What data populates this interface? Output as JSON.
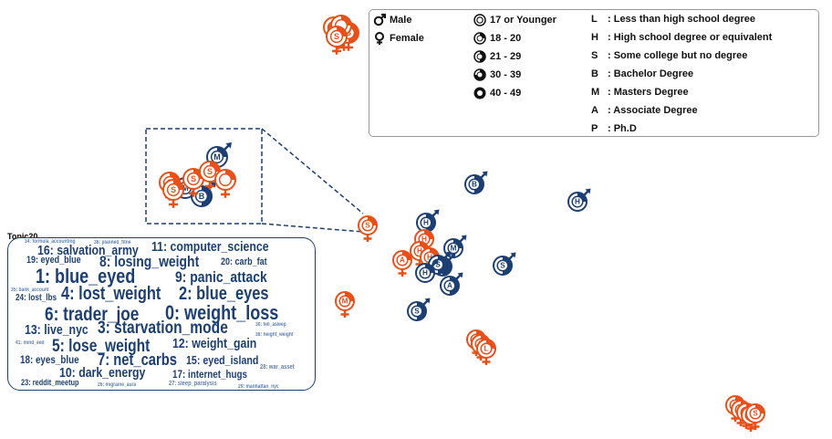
{
  "legend": {
    "gender": [
      {
        "symbol": "male-icon",
        "label": "Male"
      },
      {
        "symbol": "female-icon",
        "label": "Female"
      }
    ],
    "age": [
      {
        "symbol": "age-ring-1-icon",
        "label": "17 or Younger"
      },
      {
        "symbol": "age-ring-2-icon",
        "label": "18 - 20"
      },
      {
        "symbol": "age-ring-3-icon",
        "label": "21 - 29"
      },
      {
        "symbol": "age-ring-4-icon",
        "label": "30 - 39"
      },
      {
        "symbol": "age-ring-5-icon",
        "label": "40 - 49"
      }
    ],
    "education": [
      {
        "code": "L",
        "label": ": Less than high school degree"
      },
      {
        "code": "H",
        "label": ": High school degree or equivalent"
      },
      {
        "code": "S",
        "label": ": Some college but no degree"
      },
      {
        "code": "B",
        "label": ": Bachelor Degree"
      },
      {
        "code": "M",
        "label": ": Masters Degree"
      },
      {
        "code": "A",
        "label": ": Associate Degree"
      },
      {
        "code": "P",
        "label": ": Ph.D"
      }
    ]
  },
  "colors": {
    "male": "#1c3f73",
    "female": "#e8501a",
    "topic_dark": "#1c3f73",
    "topic_light": "#5f7fae"
  },
  "topic_panel": {
    "title": "Topic20",
    "words": [
      {
        "text": "34: formula_accounting",
        "tone": "light"
      },
      {
        "text": "36: planned_fitne",
        "tone": "light"
      },
      {
        "text": "16: salvation_army",
        "tone": "dark"
      },
      {
        "text": "11: computer_science",
        "tone": "dark"
      },
      {
        "text": "19: eyed_blue",
        "tone": "dark"
      },
      {
        "text": "8: losing_weight",
        "tone": "dark"
      },
      {
        "text": "20: carb_fat",
        "tone": "dark"
      },
      {
        "text": "1: blue_eyed",
        "tone": "dark"
      },
      {
        "text": "9: panic_attack",
        "tone": "dark"
      },
      {
        "text": "35: bank_account",
        "tone": "light"
      },
      {
        "text": "24: lost_lbs",
        "tone": "dark"
      },
      {
        "text": "4: lost_weight",
        "tone": "dark"
      },
      {
        "text": "2: blue_eyes",
        "tone": "dark"
      },
      {
        "text": "6: trader_joe",
        "tone": "dark"
      },
      {
        "text": "0: weight_loss",
        "tone": "dark"
      },
      {
        "text": "13: live_nyc",
        "tone": "dark"
      },
      {
        "text": "3: starvation_mode",
        "tone": "dark"
      },
      {
        "text": "30: fell_asleep",
        "tone": "light"
      },
      {
        "text": "38: height_weight",
        "tone": "light"
      },
      {
        "text": "41: mind_eed",
        "tone": "light"
      },
      {
        "text": "5: lose_weight",
        "tone": "dark"
      },
      {
        "text": "12: weight_gain",
        "tone": "dark"
      },
      {
        "text": "18: eyes_blue",
        "tone": "dark"
      },
      {
        "text": "7: net_carbs",
        "tone": "dark"
      },
      {
        "text": "15: eyed_island",
        "tone": "dark"
      },
      {
        "text": "28: war_asset",
        "tone": "light"
      },
      {
        "text": "10: dark_energy",
        "tone": "dark"
      },
      {
        "text": "17: internet_hugs",
        "tone": "dark"
      },
      {
        "text": "23: reddit_meetup",
        "tone": "dark"
      },
      {
        "text": "26: migraine_aura",
        "tone": "light"
      },
      {
        "text": "27: sleep_paralysis",
        "tone": "light"
      },
      {
        "text": "29: manhattan_nyc",
        "tone": "light"
      }
    ]
  },
  "markers": [
    {
      "gender": "female",
      "age": 2,
      "edu": "S"
    },
    {
      "gender": "female",
      "age": 3,
      "edu": "S"
    },
    {
      "gender": "female",
      "age": 2,
      "edu": "B"
    },
    {
      "gender": "female",
      "age": 3,
      "edu": "S"
    },
    {
      "gender": "female",
      "age": 2,
      "edu": ""
    },
    {
      "gender": "female",
      "age": 2,
      "edu": "S"
    },
    {
      "gender": "male",
      "age": 3,
      "edu": "B"
    },
    {
      "gender": "male",
      "age": 2,
      "edu": "H"
    },
    {
      "gender": "male",
      "age": 3,
      "edu": "H"
    },
    {
      "gender": "female",
      "age": 2,
      "edu": "S"
    },
    {
      "gender": "female",
      "age": 2,
      "edu": "H"
    },
    {
      "gender": "female",
      "age": 2,
      "edu": "A"
    },
    {
      "gender": "female",
      "age": 2,
      "edu": "H"
    },
    {
      "gender": "female",
      "age": 2,
      "edu": "H"
    },
    {
      "gender": "male",
      "age": 2,
      "edu": "M"
    },
    {
      "gender": "male",
      "age": 3,
      "edu": "H"
    },
    {
      "gender": "male",
      "age": 3,
      "edu": "S"
    },
    {
      "gender": "male",
      "age": 2,
      "edu": "H"
    },
    {
      "gender": "male",
      "age": 3,
      "edu": "A"
    },
    {
      "gender": "male",
      "age": 3,
      "edu": "S"
    },
    {
      "gender": "female",
      "age": 2,
      "edu": "M"
    },
    {
      "gender": "male",
      "age": 3,
      "edu": "S"
    },
    {
      "gender": "female",
      "age": 2,
      "edu": "L"
    },
    {
      "gender": "female",
      "age": 2,
      "edu": "L"
    },
    {
      "gender": "female",
      "age": 2,
      "edu": "L"
    },
    {
      "gender": "female",
      "age": 2,
      "edu": "S"
    },
    {
      "gender": "female",
      "age": 2,
      "edu": "S"
    },
    {
      "gender": "female",
      "age": 2,
      "edu": "S"
    },
    {
      "gender": "female",
      "age": 2,
      "edu": "S"
    },
    {
      "gender": "female",
      "age": 2,
      "edu": "S"
    }
  ],
  "inset_markers": [
    {
      "gender": "male",
      "age": 2,
      "edu": "M"
    },
    {
      "gender": "male",
      "age": 2,
      "edu": "M"
    },
    {
      "gender": "male",
      "age": 3,
      "edu": "B"
    },
    {
      "gender": "female",
      "age": 2,
      "edu": "S"
    },
    {
      "gender": "female",
      "age": 2,
      "edu": "S"
    },
    {
      "gender": "female",
      "age": 2,
      "edu": "S"
    },
    {
      "gender": "female",
      "age": 2,
      "edu": "S"
    },
    {
      "gender": "female",
      "age": 2,
      "edu": ""
    }
  ]
}
